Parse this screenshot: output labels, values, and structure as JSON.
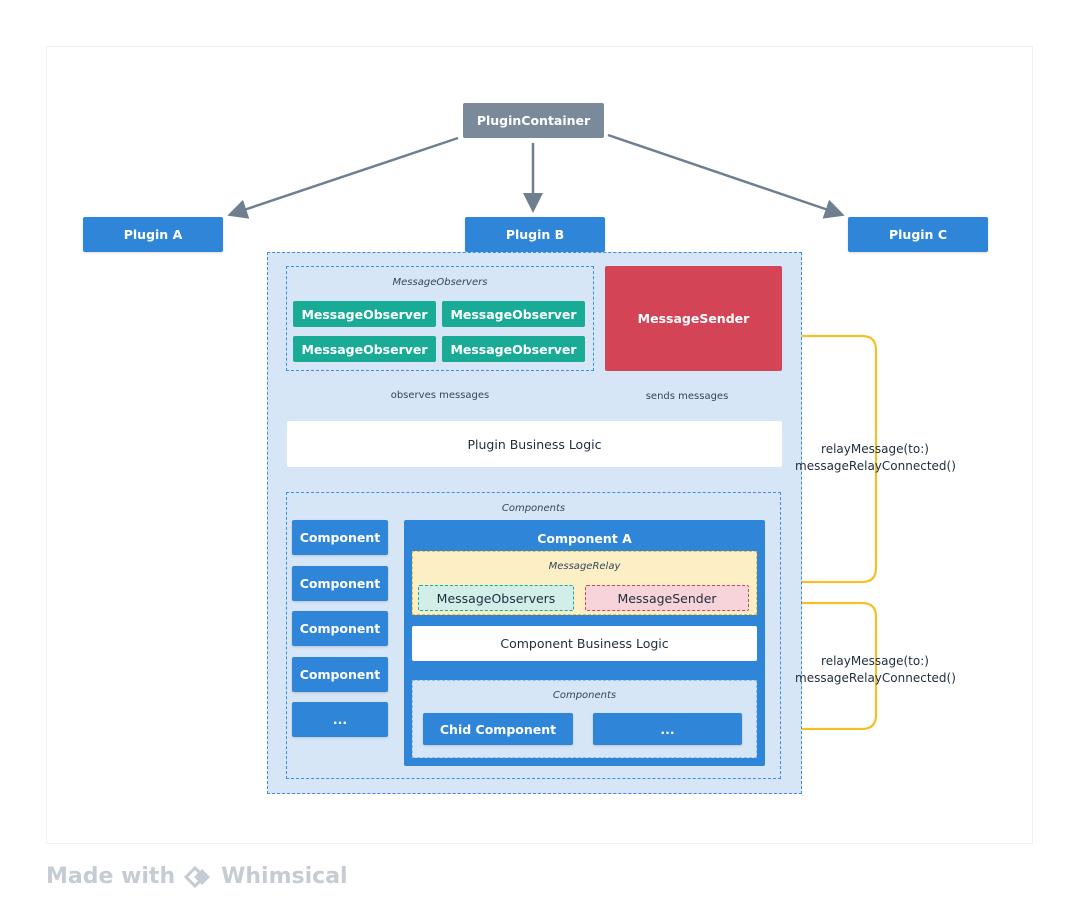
{
  "nodes": {
    "plugin_container": "PluginContainer",
    "plugin_a": "Plugin A",
    "plugin_b": "Plugin B",
    "plugin_c": "Plugin C",
    "message_observers_group": "MessageObservers",
    "message_observer": "MessageObserver",
    "message_sender": "MessageSender",
    "observes_messages": "observes messages",
    "sends_messages": "sends messages",
    "plugin_business_logic": "Plugin Business Logic",
    "components_group": "Components",
    "component": "Component",
    "ellipsis": "...",
    "component_a": "Component A",
    "message_relay": "MessageRelay",
    "relay_observers": "MessageObservers",
    "relay_sender": "MessageSender",
    "component_business_logic": "Component Business Logic",
    "inner_components": "Components",
    "child_component": "Chid Component",
    "inner_ellipsis": "..."
  },
  "relay_labels": {
    "upper_line1": "relayMessage(to:)",
    "upper_line2": "messageRelayConnected()",
    "lower_line1": "relayMessage(to:)",
    "lower_line2": "messageRelayConnected()"
  },
  "footer": {
    "made_with": "Made with",
    "brand": "Whimsical"
  },
  "colors": {
    "container_gray": "#7a8a9a",
    "plugin_blue": "#2f86d8",
    "observer_teal": "#1aab96",
    "sender_red": "#d44457",
    "relay_yellow": "#f3c02a",
    "pane_bg": "#d6e6f6"
  }
}
